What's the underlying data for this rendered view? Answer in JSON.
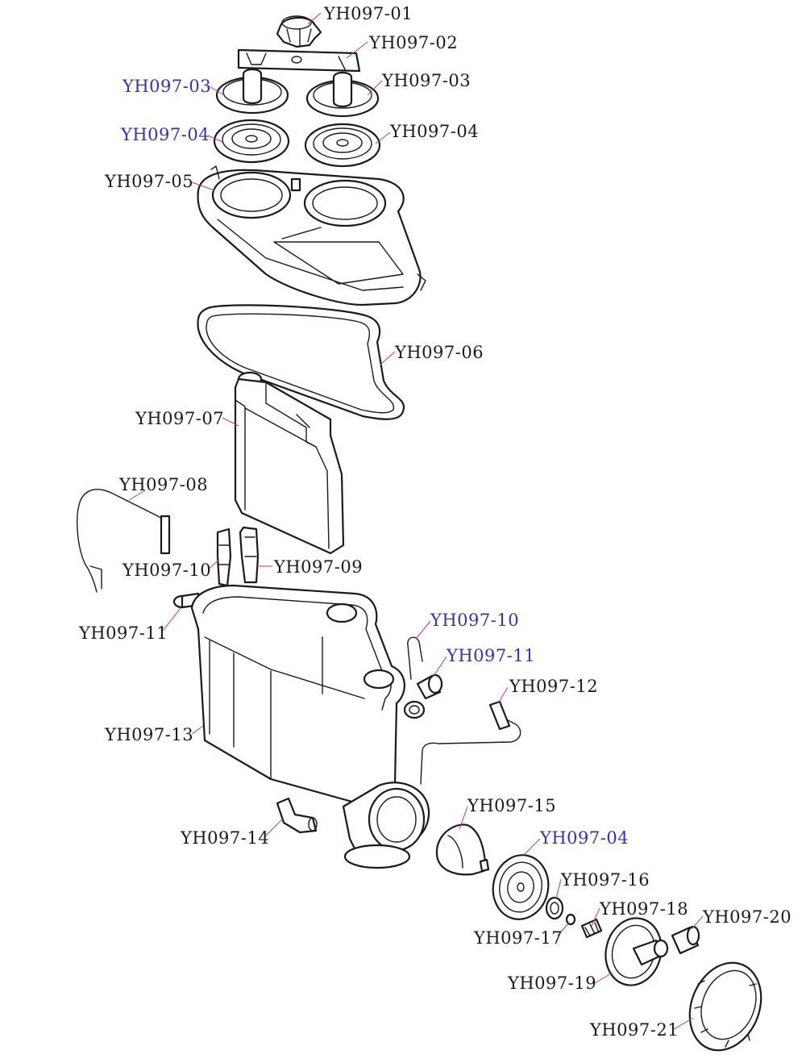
{
  "labels": {
    "p01": "YH097-01",
    "p02": "YH097-02",
    "p03a": "YH097-03",
    "p03b": "YH097-03",
    "p04a": "YH097-04",
    "p04b": "YH097-04",
    "p05": "YH097-05",
    "p06": "YH097-06",
    "p07": "YH097-07",
    "p08": "YH097-08",
    "p09": "YH097-09",
    "p10a": "YH097-10",
    "p11a": "YH097-11",
    "p10b": "YH097-10",
    "p11b": "YH097-11",
    "p12": "YH097-12",
    "p13": "YH097-13",
    "p14": "YH097-14",
    "p15": "YH097-15",
    "p04c": "YH097-04",
    "p16": "YH097-16",
    "p17": "YH097-17",
    "p18": "YH097-18",
    "p19": "YH097-19",
    "p20": "YH097-20",
    "p21": "YH097-21"
  },
  "colors": {
    "label_default": "#1a1a1a",
    "label_highlight": "#3b2fb0",
    "leader": "#c8327a"
  }
}
